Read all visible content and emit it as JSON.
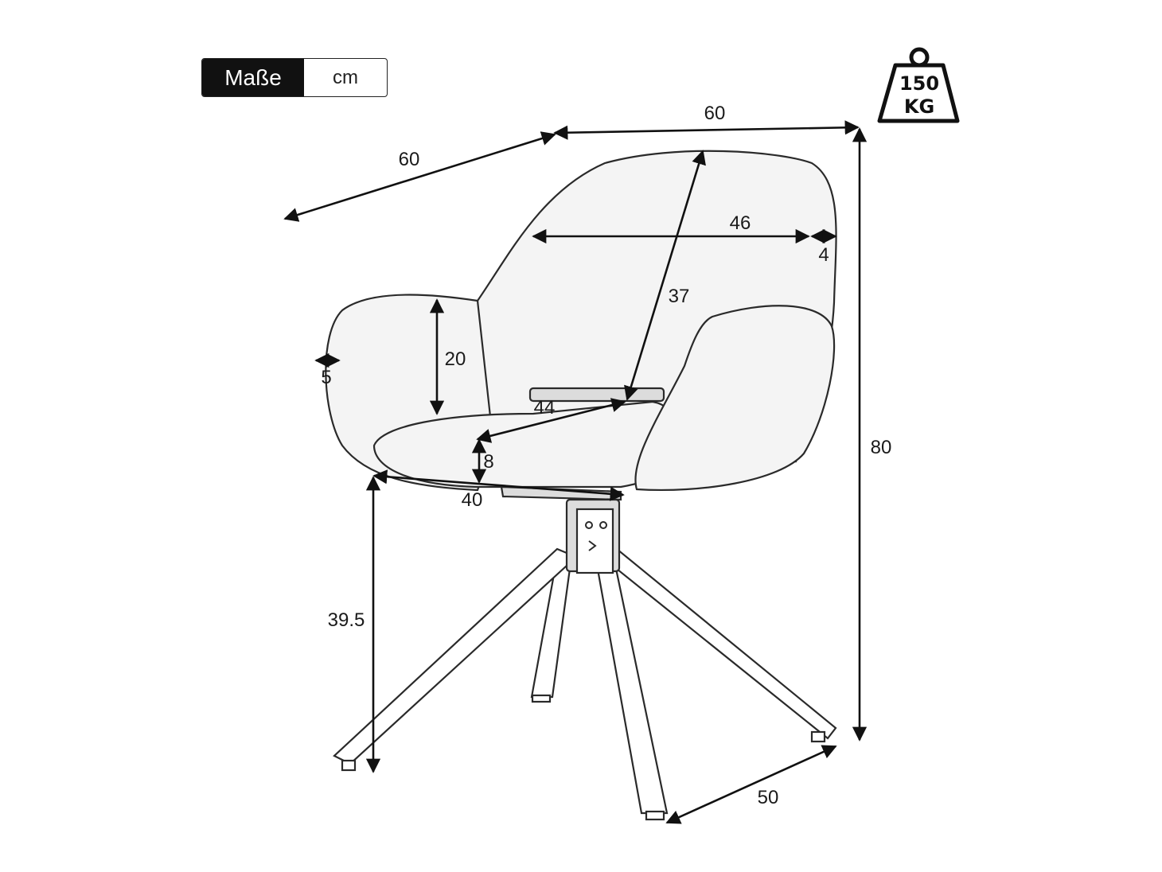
{
  "badge": {
    "label": "Maße",
    "unit": "cm"
  },
  "weight_icon": {
    "icon": "weight-icon",
    "line1": "150",
    "line2": "KG"
  },
  "dimensions": {
    "top_width": "60",
    "depth": "60",
    "total_height": "80",
    "back_inner_width": "46",
    "back_thickness": "4",
    "backrest_height": "37",
    "armrest_height": "20",
    "armrest_width": "5",
    "seat_depth": "44",
    "seat_thickness": "8",
    "seat_width": "40",
    "seat_height": "39.5",
    "base_width": "50"
  }
}
